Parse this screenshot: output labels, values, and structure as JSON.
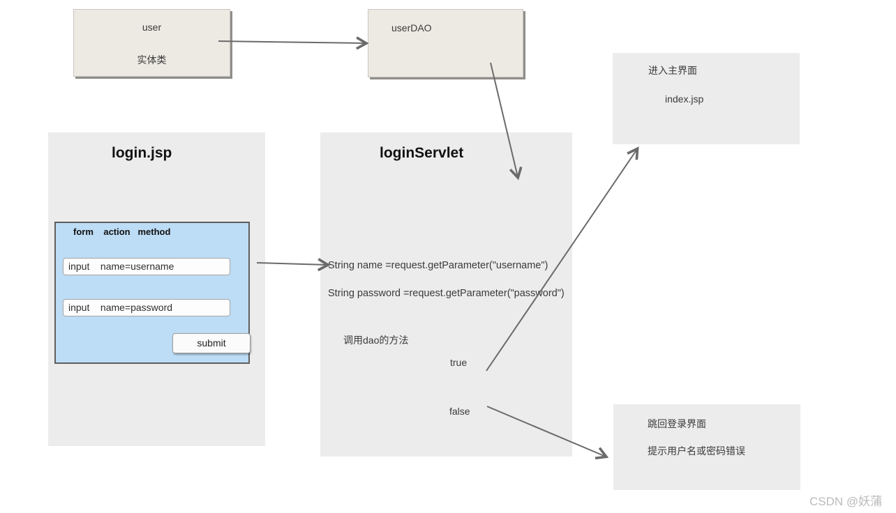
{
  "entities": {
    "user": {
      "name": "user",
      "stereotype": "实体类"
    },
    "userdao": {
      "name": "userDAO"
    }
  },
  "login_page": {
    "title": "login.jsp",
    "form": {
      "header": "form    action   method",
      "username_input": "input    name=username",
      "password_input": "input    name=password",
      "submit": "submit"
    }
  },
  "servlet": {
    "title": "loginServlet",
    "code_line1": "String name =request.getParameter(\"username\")",
    "code_line2": "String password =request.getParameter(\"password\")",
    "dao_call": "调用dao的方法",
    "result_true": "true",
    "result_false": "false"
  },
  "success_page": {
    "line1": "进入主界面",
    "line2": "index.jsp"
  },
  "failure_page": {
    "line1": "跳回登录界面",
    "line2": "提示用户名或密码错误"
  },
  "watermark": "CSDN @妖蒲",
  "colors": {
    "entity_fill": "#EDEAE3",
    "panel_fill": "#ECECEC",
    "form_fill": "#BDDCF5",
    "arrow": "#6A6A6A"
  }
}
